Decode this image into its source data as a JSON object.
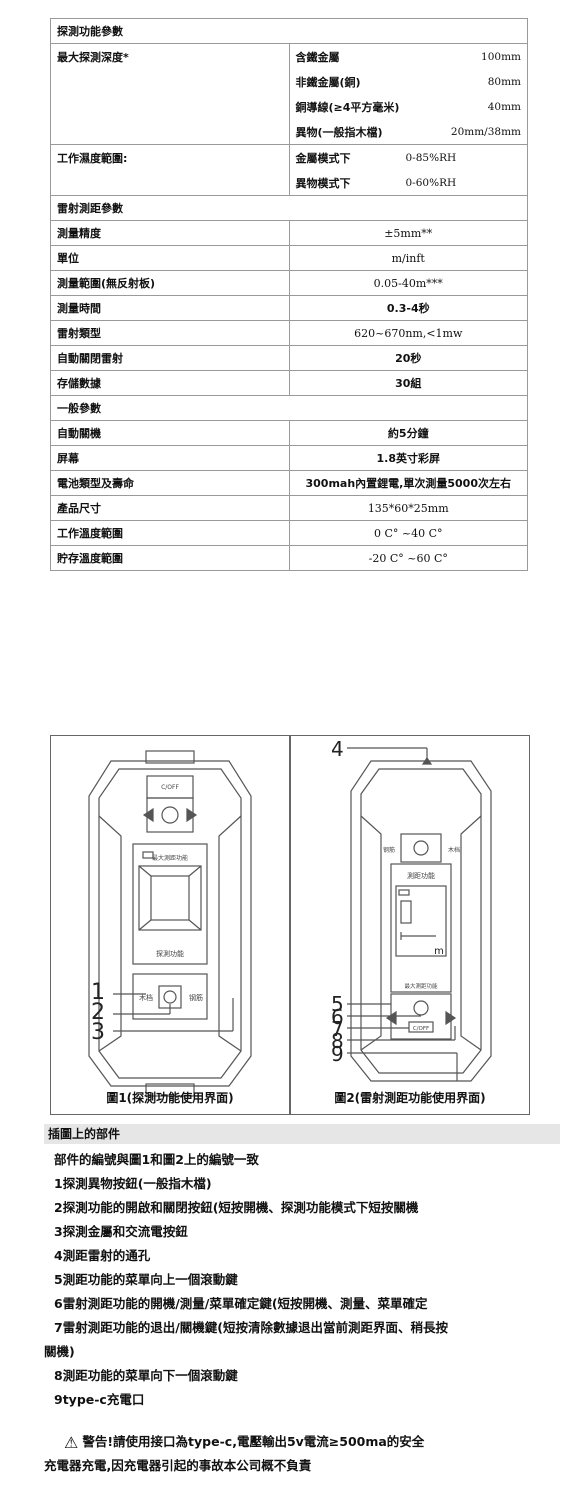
{
  "spec": {
    "sec1": "探測功能參數",
    "depth_label": "最大探測深度*",
    "depth_rows": [
      {
        "k": "含鐵金屬",
        "v": "100mm"
      },
      {
        "k": "非鐵金屬(銅)",
        "v": "80mm"
      },
      {
        "k": "銅導線(≥4平方毫米)",
        "v": "40mm"
      },
      {
        "k": "異物(一般指木檔)",
        "v": "20mm/38mm"
      }
    ],
    "humid_label": "工作濕度範圍:",
    "humid_rows": [
      {
        "k": "金屬模式下",
        "v": "0-85%RH"
      },
      {
        "k": "異物模式下",
        "v": "0-60%RH"
      }
    ],
    "sec2": "雷射測距參數",
    "laser_rows": [
      {
        "k": "測量精度",
        "v": "±5mm**"
      },
      {
        "k": "單位",
        "v": "m/inft"
      },
      {
        "k": "測量範圍(無反射板)",
        "v": "0.05-40m***"
      },
      {
        "k": "測量時間",
        "v": "0.3-4秒"
      },
      {
        "k": "雷射類型",
        "v": "620~670nm,<1mw"
      },
      {
        "k": "自動關閉雷射",
        "v": "20秒"
      },
      {
        "k": "存儲數據",
        "v": "30組"
      }
    ],
    "sec3": "一般參數",
    "general_rows": [
      {
        "k": "自動關機",
        "v": "約5分鐘"
      },
      {
        "k": "屏幕",
        "v": "1.8英寸彩屏"
      },
      {
        "k": "電池類型及壽命",
        "v": "300mah內置鋰電,單次測量5000次左右"
      },
      {
        "k": "產品尺寸",
        "v": "135*60*25mm"
      },
      {
        "k": "工作溫度範圍",
        "v": "0 C° ~40 C°"
      },
      {
        "k": "貯存溫度範圍",
        "v": "-20 C° ~60 C°"
      }
    ]
  },
  "fig1": {
    "caption": "圖1(探測功能使用界面)",
    "top_label": "C/OFF",
    "screen_title": "最大測距功能",
    "mode_label": "探測功能",
    "btn_left": "木档",
    "btn_right": "钢筋",
    "callouts": [
      "1",
      "2",
      "3"
    ]
  },
  "fig2": {
    "caption": "圖2(雷射測距功能使用界面)",
    "screen_title": "測距功能",
    "unit": "m",
    "screen_bottom": "最大測距功能",
    "off_label": "C/OFF",
    "btn_left": "钢筋",
    "btn_right": "木档",
    "callouts": [
      "4",
      "5",
      "6",
      "7",
      "8",
      "9"
    ]
  },
  "parts": {
    "title": "插圖上的部件",
    "lines": [
      "部件的編號與圖1和圖2上的編號一致",
      "1探測異物按鈕(一般指木檔)",
      "2探測功能的開啟和關閉按鈕(短按開機、探測功能模式下短按關機",
      "3探測金屬和交流電按鈕",
      "4測距雷射的通孔",
      "5測距功能的菜單向上一個滾動鍵",
      "6雷射測距功能的開機/測量/菜單確定鍵(短按開機、測量、菜單確定",
      "7雷射測距功能的退出/關機鍵(短按清除數據退出當前測距界面、稍長按",
      "關機)",
      "8測距功能的菜單向下一個滾動鍵",
      "9type-c充電口"
    ]
  },
  "warning": {
    "icon": "warning-triangle-icon",
    "line1": "警告!請使用接口為type-c,電壓輸出5v電流≥500ma的安全",
    "line2": "充電器充電,因充電器引起的事故本公司概不負責"
  }
}
